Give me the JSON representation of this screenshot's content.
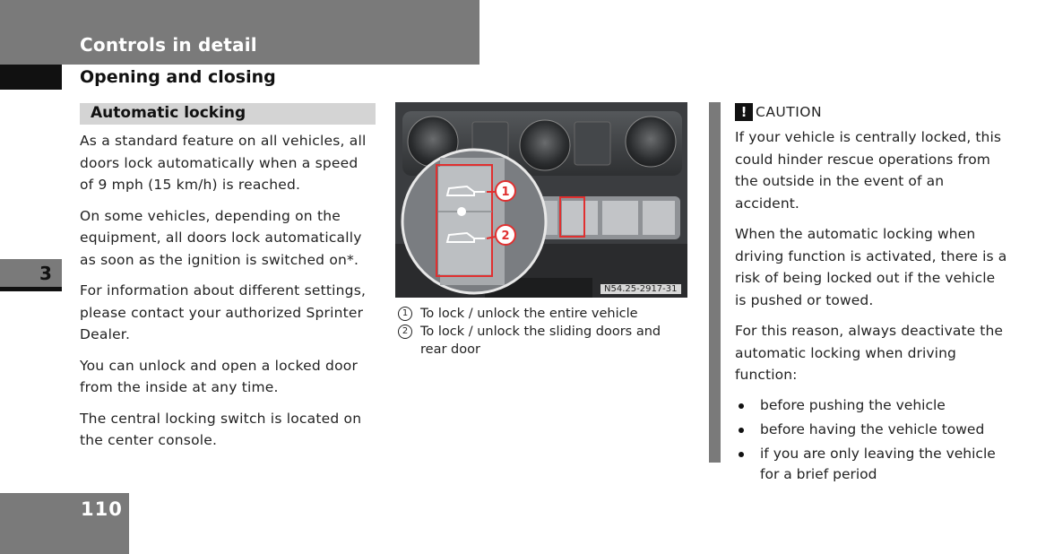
{
  "header": {
    "title": "Controls in detail",
    "section": "Opening and closing"
  },
  "chapter": {
    "number": "3"
  },
  "page": {
    "number": "110"
  },
  "left_column": {
    "subheading": "Automatic locking",
    "paragraphs": [
      "As a standard feature on all vehicles, all doors lock automatically when a speed of 9 mph (15 km/h) is reached.",
      "On some vehicles, depending on the equipment, all doors lock automatically as soon as the ignition is switched on*.",
      "For information about different settings, please contact your authorized Sprinter Dealer.",
      "You can unlock and open a locked door from the inside at any time.",
      "The central locking switch is located on the center console."
    ]
  },
  "figure": {
    "code": "N54.25-2917-31",
    "callouts": [
      "1",
      "2"
    ],
    "captions": [
      {
        "num": "1",
        "text": "To lock / unlock the entire vehicle"
      },
      {
        "num": "2",
        "text": "To lock / unlock the sliding doors and rear door"
      }
    ],
    "icons": [
      "vehicle-lock-icon",
      "sliding-door-lock-icon"
    ],
    "highlight_color": "#e03030"
  },
  "caution": {
    "icon": "!",
    "title": "CAUTION",
    "paragraphs": [
      "If your vehicle is centrally locked, this could hinder rescue operations from the outside in the event of an accident.",
      "When the automatic locking when driving function is activated, there is a risk of being locked out if the vehicle is pushed or towed.",
      "For this reason, always deactivate the automatic locking when driving function:"
    ],
    "bullets": [
      "before pushing the vehicle",
      "before having the vehicle towed",
      "if you are only leaving the vehicle for a brief period"
    ]
  },
  "colors": {
    "header_gray": "#7a7a7a",
    "subhead_gray": "#d4d4d4",
    "black": "#111111"
  }
}
